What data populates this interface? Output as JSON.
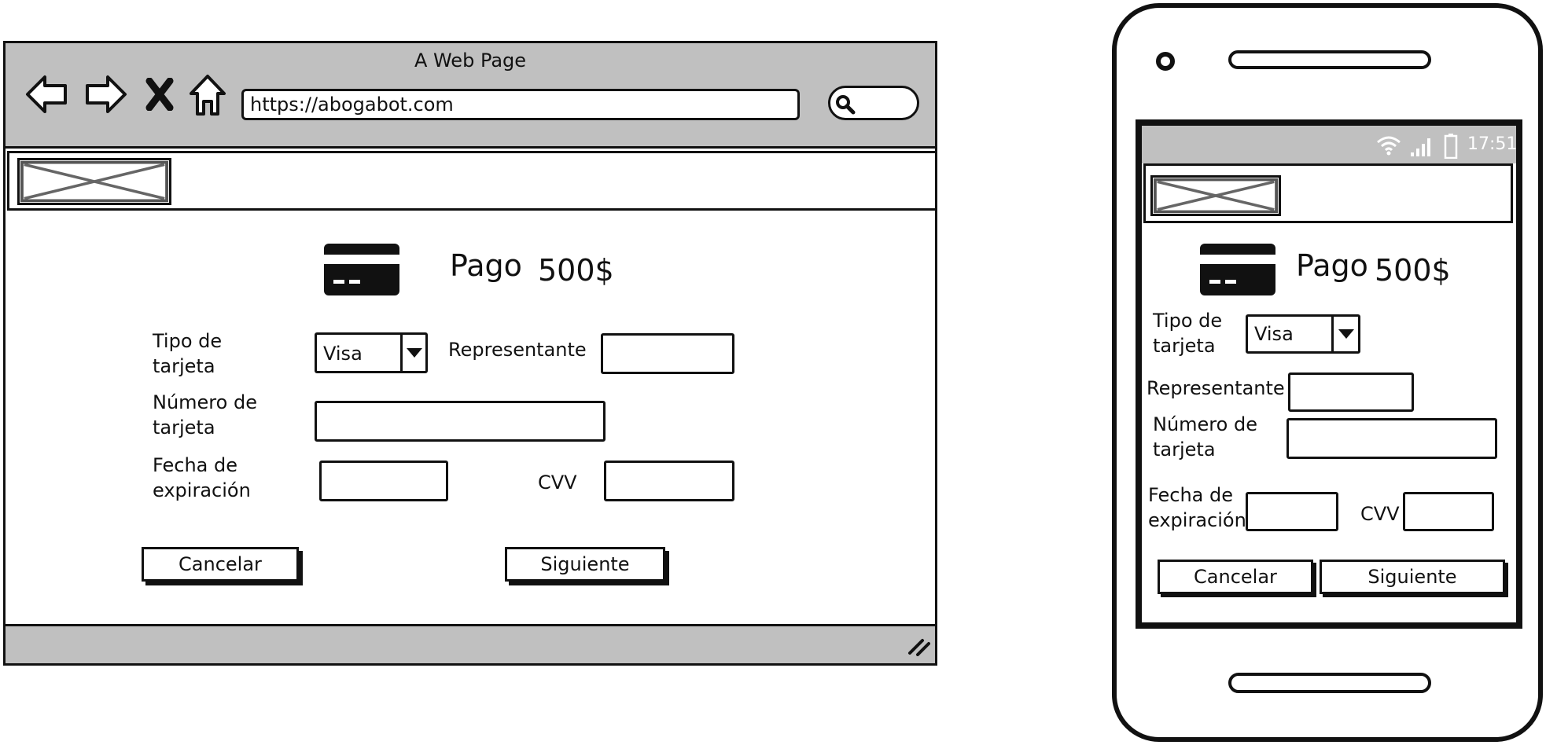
{
  "browser": {
    "title": "A Web Page",
    "url": "https://abogabot.com",
    "icons": {
      "back": "back-icon",
      "forward": "forward-icon",
      "stop": "close-icon",
      "home": "home-icon",
      "search": "search-icon"
    }
  },
  "payment": {
    "title": "Pago",
    "amount": "500$",
    "card_type_label": "Tipo de tarjeta",
    "card_type_value": "Visa",
    "representative_label": "Representante",
    "card_number_label": "Número de tarjeta",
    "expiry_label": "Fecha de expiración",
    "cvv_label": "CVV",
    "cancel_label": "Cancelar",
    "next_label": "Siguiente"
  },
  "phone": {
    "status_time": "17:51",
    "icons": {
      "wifi": "wifi-icon",
      "signal": "signal-icon",
      "battery": "battery-icon"
    }
  },
  "colors": {
    "chrome": "#c0c0c0",
    "ink": "#111111",
    "paper": "#ffffff"
  }
}
